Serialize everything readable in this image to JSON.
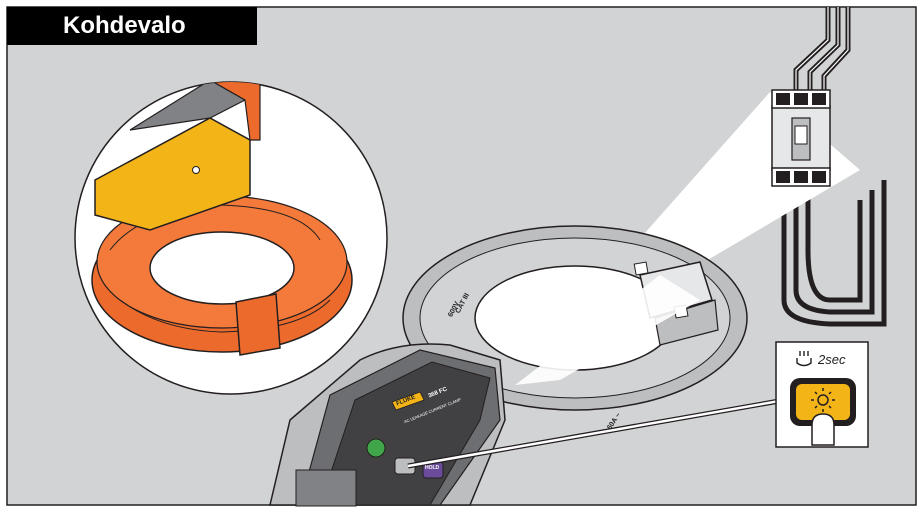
{
  "title": "Kohdevalo",
  "meter": {
    "brand": "FLUKE",
    "model": "368 FC",
    "subtitle": "AC LEAKAGE CURRENT CLAMP",
    "cat_rating": "CAT III",
    "cat_voltage": "600V",
    "range_label": "60A ~",
    "hold_label": "HOLD"
  },
  "callout": {
    "duration": "2sec"
  },
  "colors": {
    "background": "#d1d3d4",
    "accent_yellow": "#f2b417",
    "jaw_orange": "#ec6a2c",
    "power_green": "#3fa649",
    "hold_purple": "#6b4c9a"
  }
}
